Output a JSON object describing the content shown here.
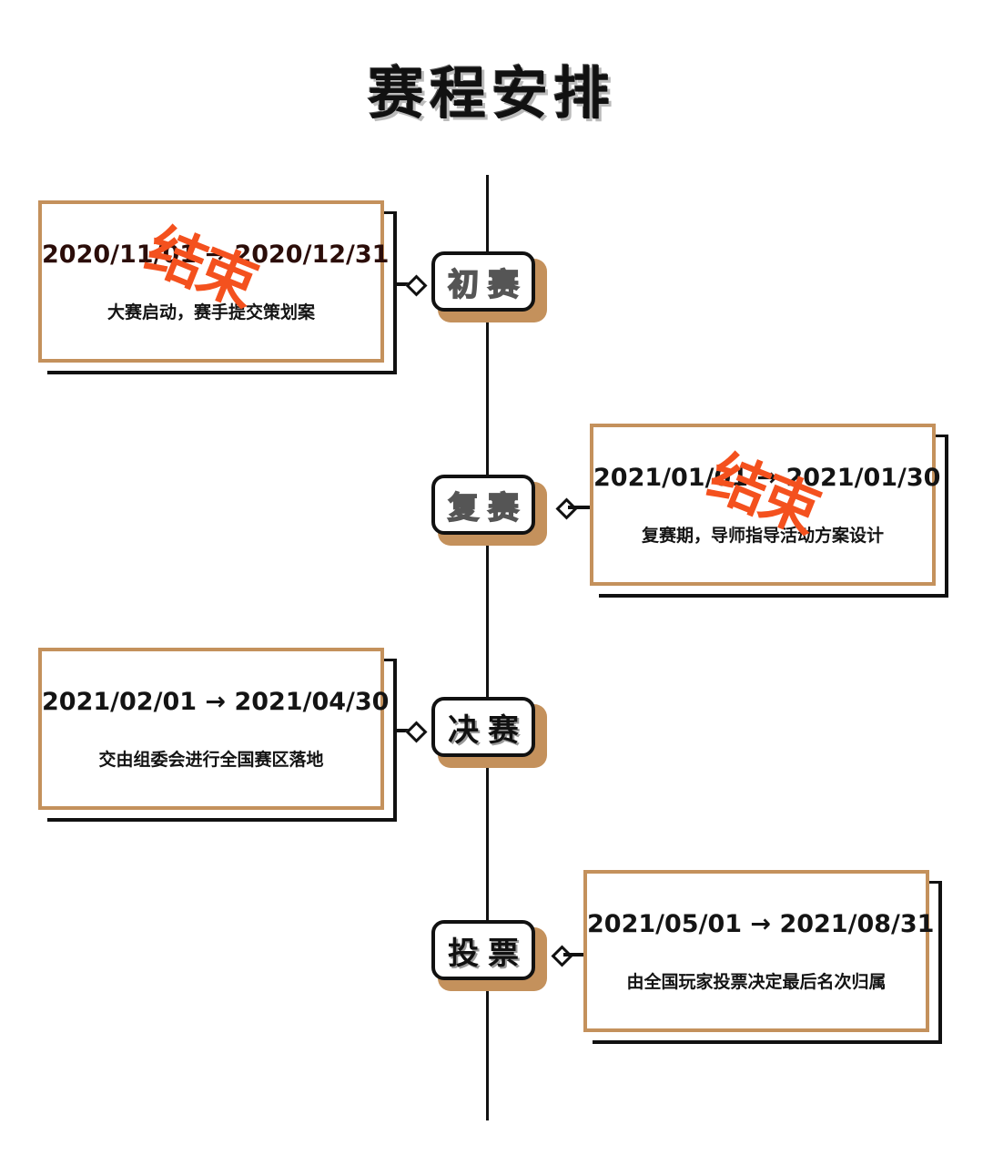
{
  "title": "赛程安排",
  "stages": [
    {
      "badge": "初赛",
      "date": "2020/11/01 → 2020/12/31",
      "desc": "大赛启动，赛手提交策划案",
      "stamp": "结束"
    },
    {
      "badge": "复赛",
      "date": "2021/01/01 → 2021/01/30",
      "desc": "复赛期，导师指导活动方案设计",
      "stamp": "结束"
    },
    {
      "badge": "决赛",
      "date": "2021/02/01 → 2021/04/30",
      "desc": "交由组委会进行全国赛区落地"
    },
    {
      "badge": "投票",
      "date": "2021/05/01 → 2021/08/31",
      "desc": "由全国玩家投票决定最后名次归属"
    }
  ],
  "colors": {
    "accent": "#c4915c",
    "stamp": "#f4511e",
    "line": "#111111"
  }
}
